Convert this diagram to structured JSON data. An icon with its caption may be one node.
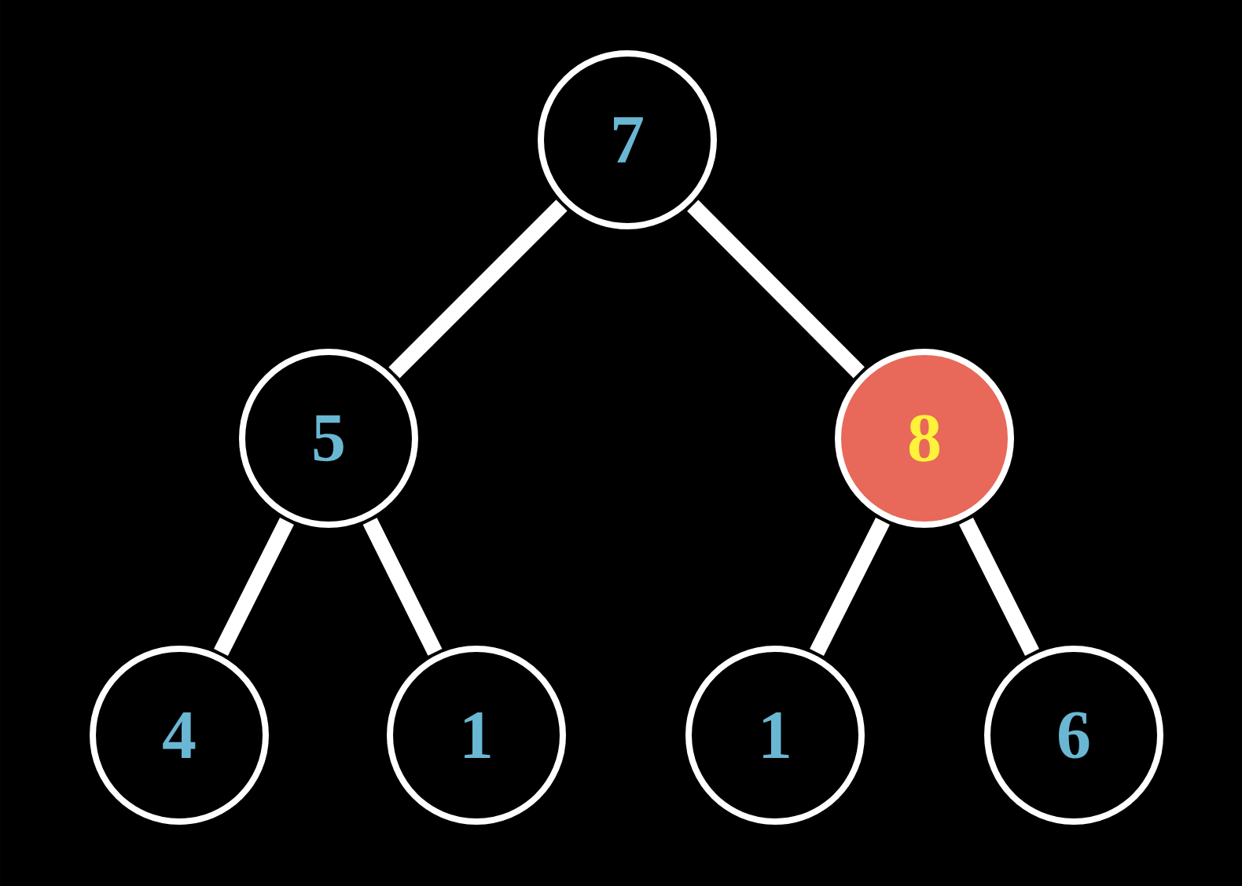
{
  "diagram": {
    "nodes": [
      {
        "text": [
          "7"
        ]
      },
      {
        "text": [
          "5"
        ]
      },
      {
        "text": [
          "8"
        ]
      },
      {
        "text": [
          "4"
        ]
      },
      {
        "text": [
          "1"
        ]
      },
      {
        "text": [
          "1"
        ]
      },
      {
        "text": [
          "6"
        ]
      }
    ],
    "edges": [
      {
        "from": 0,
        "to": 1,
        "arrow": "none"
      },
      {
        "from": 0,
        "to": 2,
        "arrow": "none"
      },
      {
        "from": 1,
        "to": 3,
        "arrow": "none"
      },
      {
        "from": 1,
        "to": 4,
        "arrow": "none"
      },
      {
        "from": 2,
        "to": 5,
        "arrow": "none"
      },
      {
        "from": 2,
        "to": 6,
        "arrow": "none"
      }
    ]
  }
}
